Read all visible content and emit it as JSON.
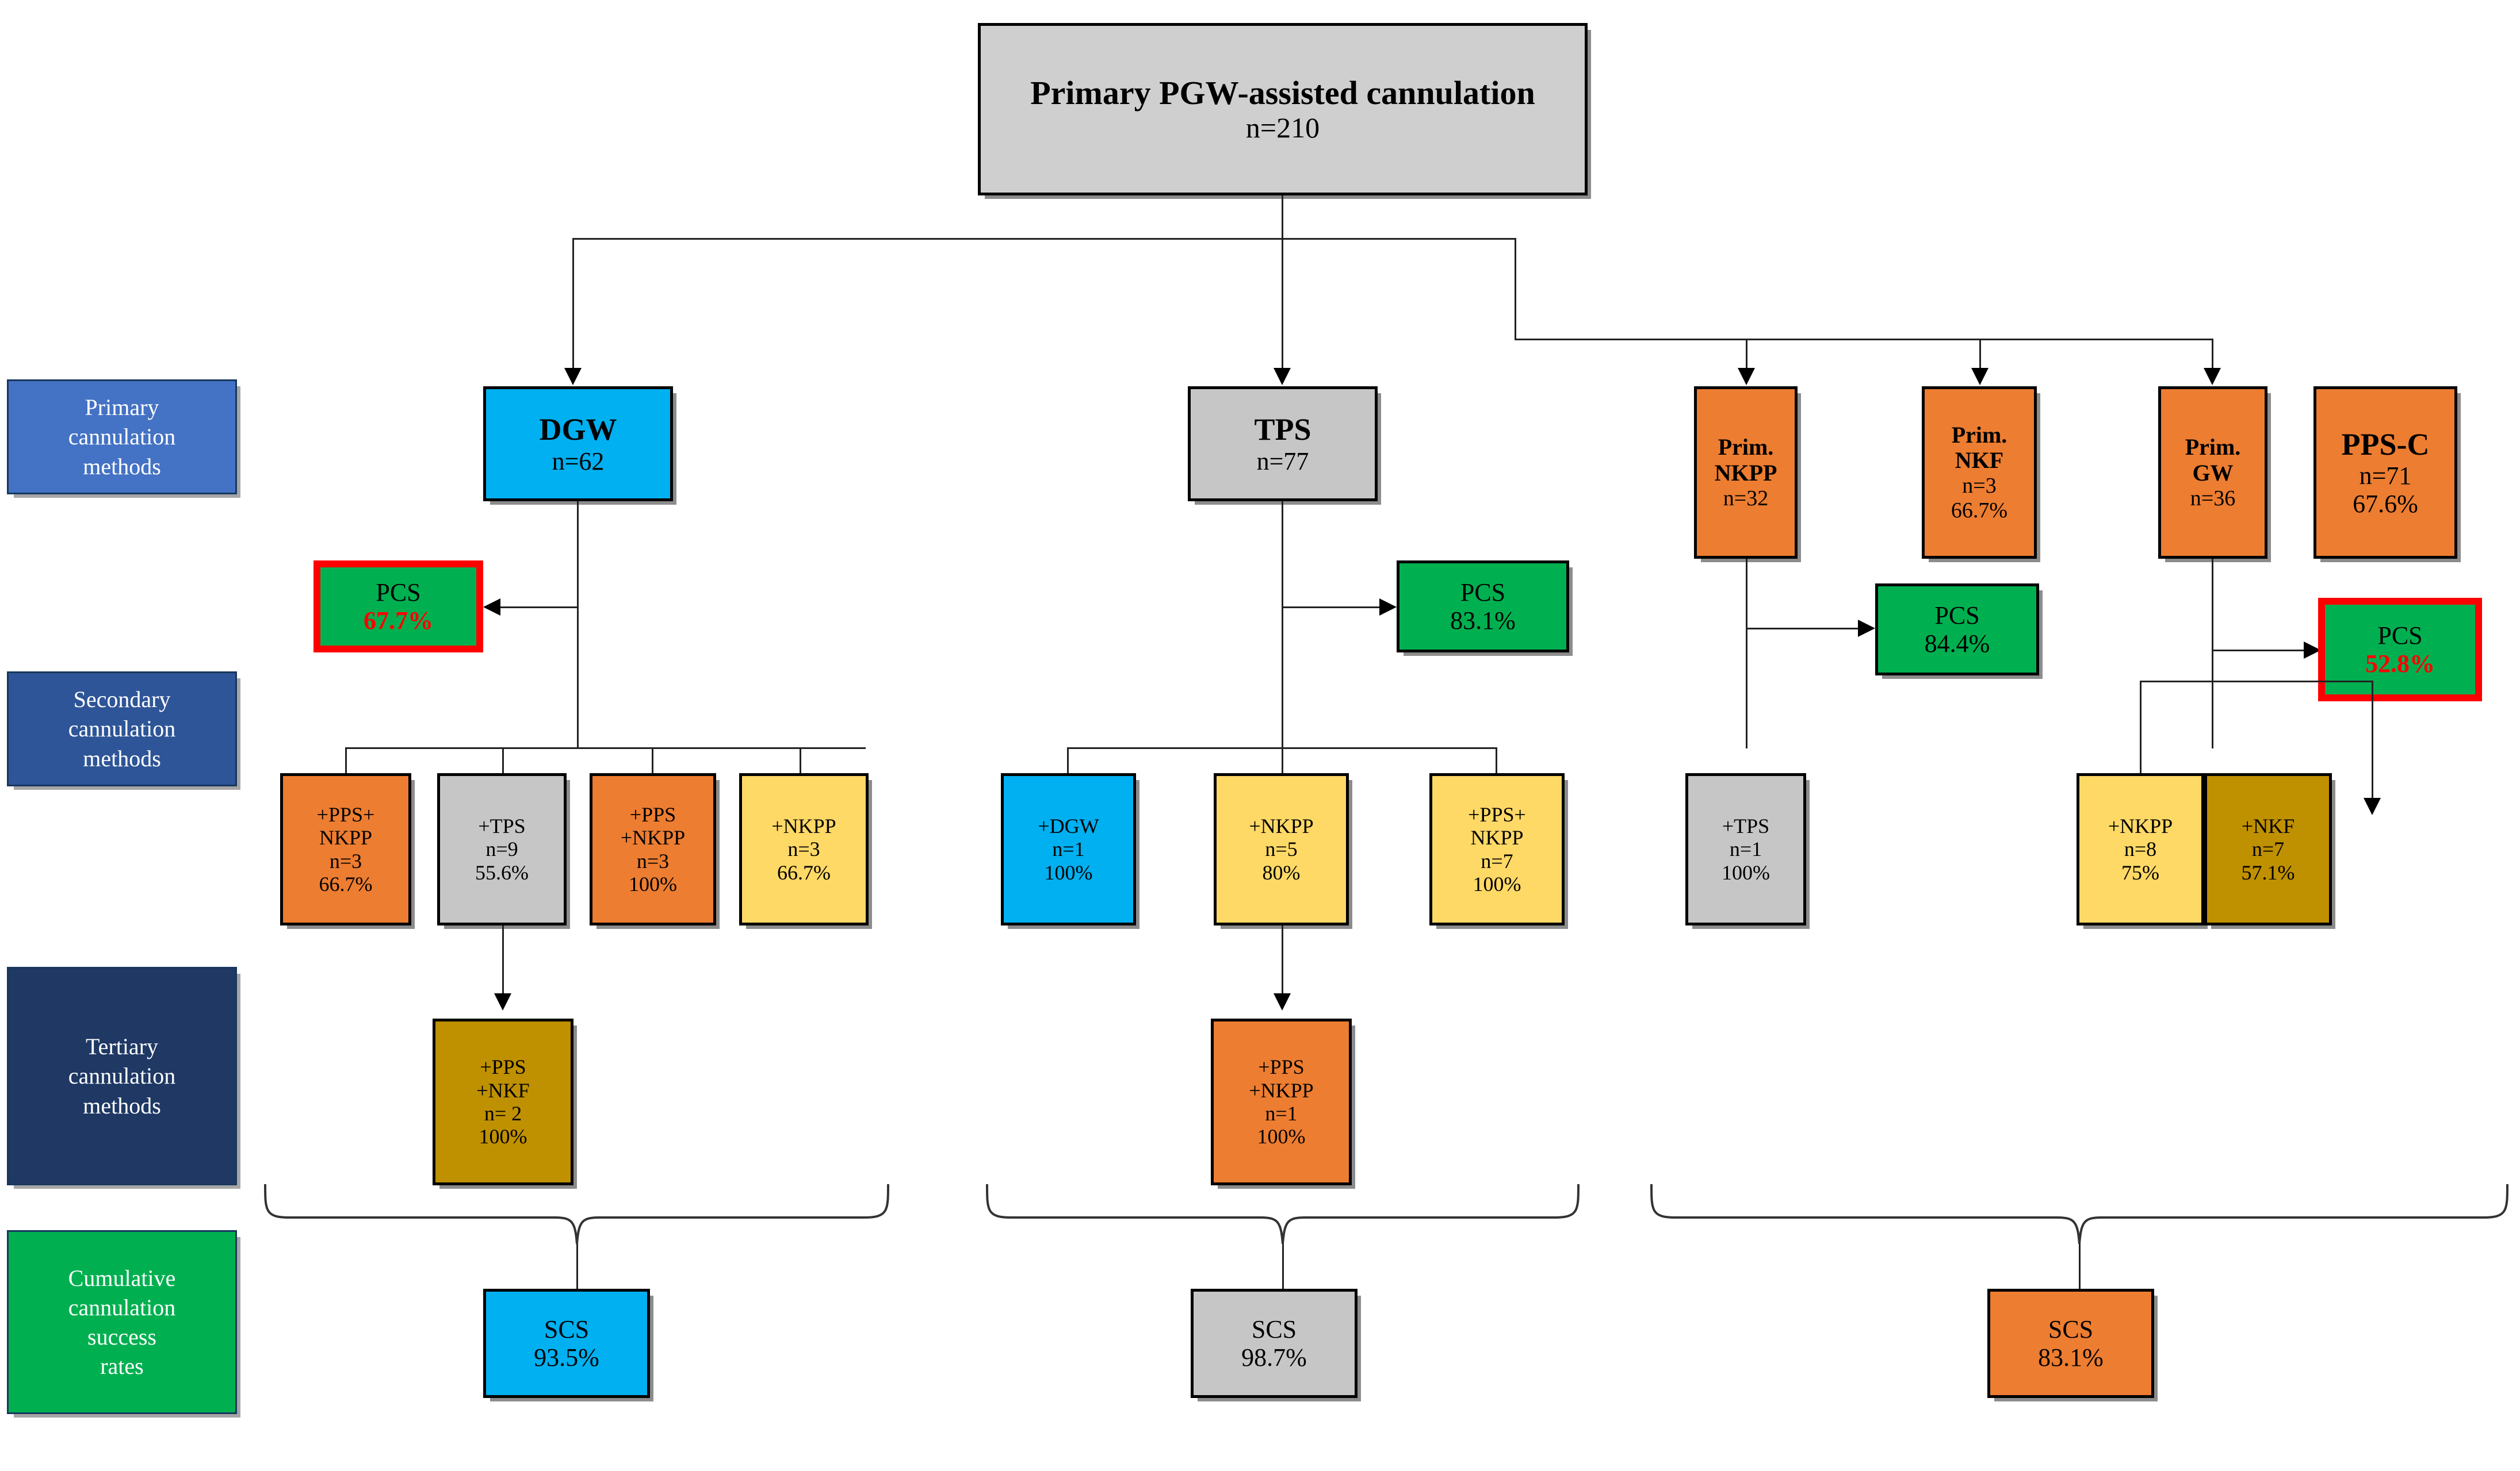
{
  "legend": {
    "items": [
      {
        "id": "primary",
        "label": "Primary\ncannulation\nmethods",
        "color": "#4472c4"
      },
      {
        "id": "secondary",
        "label": "Secondary\ncannulation\nmethods",
        "color": "#2e5597"
      },
      {
        "id": "tertiary",
        "label": "Tertiary\ncannulation\nmethods",
        "color": "#1f3864"
      },
      {
        "id": "cumulative",
        "label": "Cumulative\ncannulation\nsuccess\nrates",
        "color": "#00b050"
      }
    ]
  },
  "root": {
    "title": "Primary PGW-assisted cannulation",
    "n": "n=210",
    "color": "#d9d9d9"
  },
  "primary_methods": [
    {
      "id": "dgw",
      "title": "DGW",
      "n": "n=62",
      "pct": "",
      "color": "#00b0f0"
    },
    {
      "id": "tps",
      "title": "TPS",
      "n": "n=77",
      "pct": "",
      "color": "#c6c6c6"
    },
    {
      "id": "prim-nkpp",
      "title": "Prim.\nNKPP",
      "n": "n=32",
      "pct": "",
      "color": "#ed7d31"
    },
    {
      "id": "prim-nkf",
      "title": "Prim.\nNKF",
      "n": "n=3",
      "pct": "66.7%",
      "color": "#ed7d31"
    },
    {
      "id": "prim-gw",
      "title": "Prim.\nGW",
      "n": "n=36",
      "pct": "",
      "color": "#ed7d31"
    },
    {
      "id": "pps-c",
      "title": "PPS-C",
      "n": "n=71",
      "pct": "67.6%",
      "color": "#ed7d31"
    }
  ],
  "pcs_boxes": [
    {
      "id": "pcs-dgw",
      "label": "PCS",
      "pct": "67.7%",
      "highlight": true,
      "color": "#00b050"
    },
    {
      "id": "pcs-tps",
      "label": "PCS",
      "pct": "83.1%",
      "highlight": false,
      "color": "#00b050"
    },
    {
      "id": "pcs-nkpp",
      "label": "PCS",
      "pct": "84.4%",
      "highlight": false,
      "color": "#00b050"
    },
    {
      "id": "pcs-pps-c",
      "label": "PCS",
      "pct": "52.8%",
      "highlight": true,
      "color": "#00b050"
    }
  ],
  "secondary_methods": [
    {
      "id": "sec-pps-nkpp-a",
      "title": "+PPS+\nNKPP",
      "n": "n=3",
      "pct": "66.7%",
      "color": "#ed7d31",
      "parent": "dgw"
    },
    {
      "id": "sec-tps-a",
      "title": "+TPS",
      "n": "n=9",
      "pct": "55.6%",
      "color": "#c6c6c6",
      "parent": "dgw"
    },
    {
      "id": "sec-pps-nkpp-b",
      "title": "+PPS\n+NKPP",
      "n": "n=3",
      "pct": "100%",
      "color": "#ed7d31",
      "parent": "dgw"
    },
    {
      "id": "sec-nkpp-a",
      "title": "+NKPP",
      "n": "n=3",
      "pct": "66.7%",
      "color": "#ffd966",
      "parent": "dgw"
    },
    {
      "id": "sec-dgw",
      "title": "+DGW",
      "n": "n=1",
      "pct": "100%",
      "color": "#00b0f0",
      "parent": "tps"
    },
    {
      "id": "sec-nkpp-b",
      "title": "+NKPP",
      "n": "n=5",
      "pct": "80%",
      "color": "#ffd966",
      "parent": "tps"
    },
    {
      "id": "sec-pps-nkpp-c",
      "title": "+PPS+\nNKPP",
      "n": "n=7",
      "pct": "100%",
      "color": "#ffd966",
      "parent": "tps"
    },
    {
      "id": "sec-tps-b",
      "title": "+TPS",
      "n": "n=1",
      "pct": "100%",
      "color": "#c6c6c6",
      "parent": "prim-nkpp"
    },
    {
      "id": "sec-nkpp-c",
      "title": "+NKPP",
      "n": "n=8",
      "pct": "75%",
      "color": "#ffd966",
      "parent": "prim-gw"
    },
    {
      "id": "sec-nkf",
      "title": "+NKF",
      "n": "n=7",
      "pct": "57.1%",
      "color": "#bf9000",
      "parent": "prim-gw"
    }
  ],
  "tertiary_methods": [
    {
      "id": "ter-pps-nkf",
      "title": "+PPS\n+NKF",
      "n": "n= 2",
      "pct": "100%",
      "color": "#bf9000",
      "parent": "sec-tps-a"
    },
    {
      "id": "ter-pps-nkpp",
      "title": "+PPS\n+NKPP",
      "n": "n=1",
      "pct": "100%",
      "color": "#ed7d31",
      "parent": "sec-nkpp-b"
    }
  ],
  "cumulative": [
    {
      "id": "scs-dgw",
      "label": "SCS",
      "pct": "93.5%",
      "color": "#00b0f0"
    },
    {
      "id": "scs-tps",
      "label": "SCS",
      "pct": "98.7%",
      "color": "#c6c6c6"
    },
    {
      "id": "scs-right",
      "label": "SCS",
      "pct": "83.1%",
      "color": "#ed7d31"
    }
  ],
  "accents": {
    "highlight_border": "#ff0000",
    "highlight_text": "#ff0000",
    "connector": "#222222"
  }
}
